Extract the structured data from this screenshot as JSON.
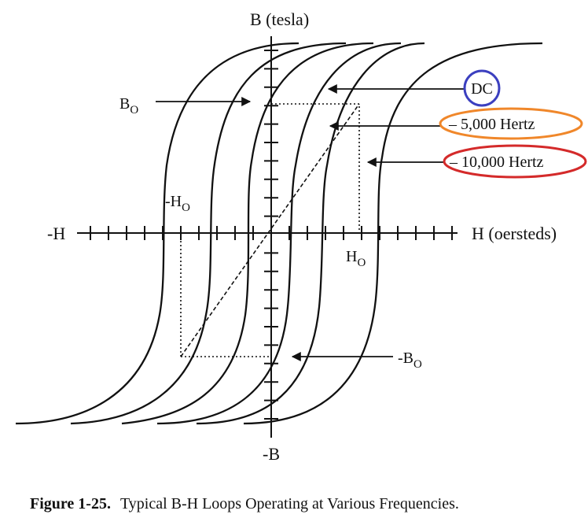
{
  "axes": {
    "y_positive_label": "B (tesla)",
    "y_negative_label": "-B",
    "x_negative_label": "-H",
    "x_positive_label": "H (oersteds)"
  },
  "markers": {
    "b_o": {
      "main": "B",
      "sub": "O"
    },
    "neg_b_o": {
      "main": "-B",
      "sub": "O"
    },
    "h_o": {
      "main": "H",
      "sub": "O"
    },
    "neg_h_o": {
      "main": "-H",
      "sub": "O"
    }
  },
  "legend": {
    "dc": {
      "label": "DC",
      "color": "#3b3fbf"
    },
    "hz5000": {
      "label": "5,000 Hertz",
      "color": "#f0872a"
    },
    "hz10000": {
      "label": "10,000 Hertz",
      "color": "#d42a2a"
    }
  },
  "caption": {
    "number": "Figure 1-25.",
    "text": "Typical B-H Loops Operating at Various Frequencies."
  }
}
